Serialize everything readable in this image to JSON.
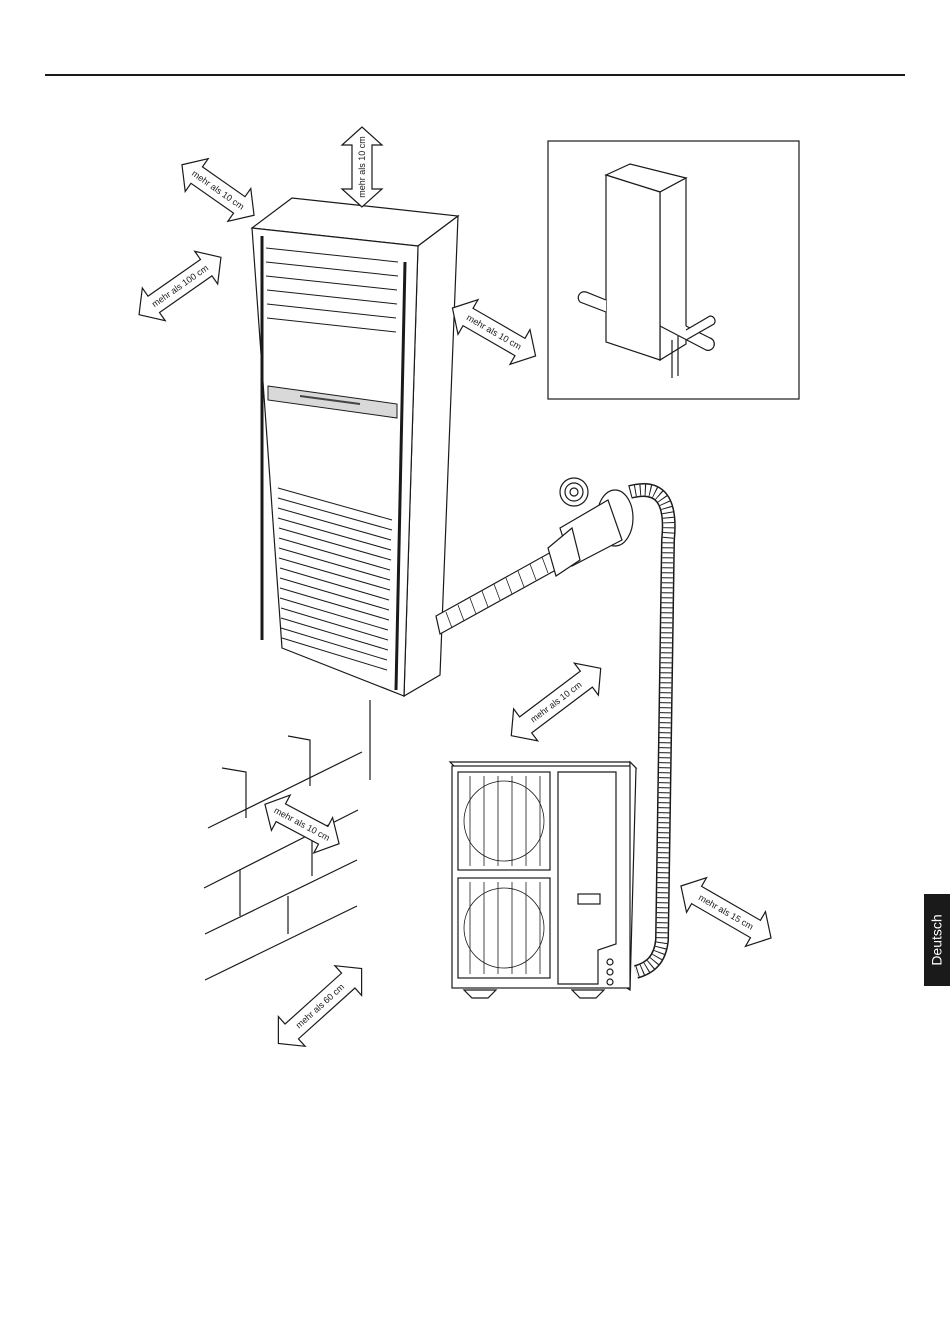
{
  "page": {
    "language_tab": "Deutsch"
  },
  "clearances": {
    "indoor_top": "mehr als 10 cm",
    "indoor_left_back": "mehr als 10 cm",
    "indoor_front": "mehr als 100 cm",
    "indoor_right": "mehr als 10 cm",
    "outdoor_top": "mehr als 10 cm",
    "outdoor_back_wall": "mehr als 10 cm",
    "outdoor_front": "mehr als 60 cm",
    "outdoor_right": "mehr als 15 cm"
  }
}
